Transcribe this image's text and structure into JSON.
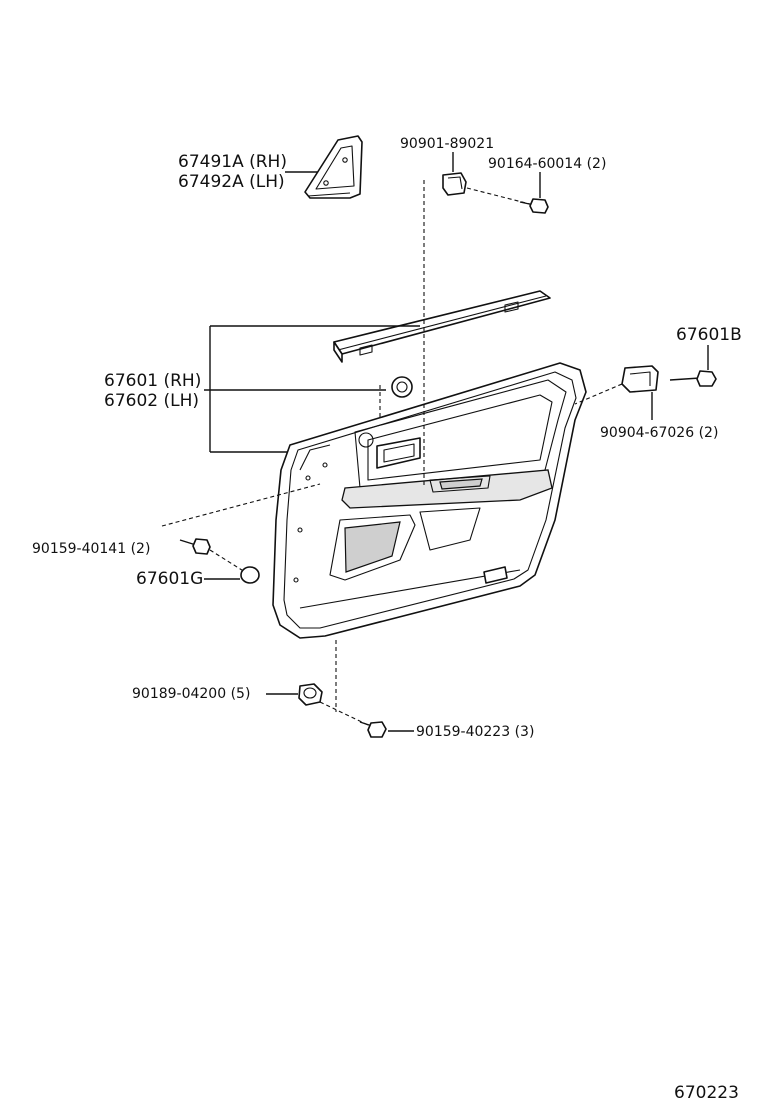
{
  "labels": {
    "l_67491a": "67491A (RH)",
    "l_67492a": "67492A (LH)",
    "l_90901": "90901-89021",
    "l_90164": "90164-60014 (2)",
    "l_67601b": "67601B",
    "l_67601": "67601 (RH)",
    "l_67602": "67602 (LH)",
    "l_90904": "90904-67026 (2)",
    "l_90159_40141": "90159-40141 (2)",
    "l_67601g": "67601G",
    "l_90189": "90189-04200 (5)",
    "l_90159_40223": "90159-40223 (3)",
    "diagram_number": "670223"
  },
  "colors": {
    "ink": "#111111",
    "background": "#ffffff"
  }
}
